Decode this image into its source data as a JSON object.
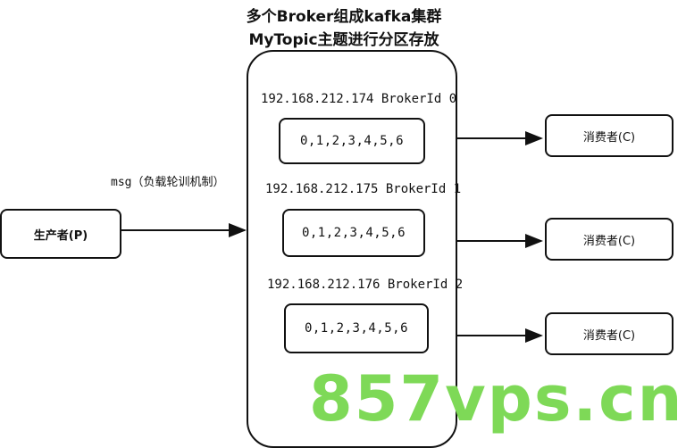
{
  "diagram": {
    "title_line1": "多个Broker组成kafka集群",
    "title_line2": "MyTopic主题进行分区存放",
    "producer_label": "生产者(P)",
    "message_label": "msg（负载轮训机制）",
    "brokers": [
      {
        "label": "192.168.212.174 BrokerId 0",
        "partitions": "0,1,2,3,4,5,6"
      },
      {
        "label": "192.168.212.175 BrokerId 1",
        "partitions": "0,1,2,3,4,5,6"
      },
      {
        "label": "192.168.212.176 BrokerId 2",
        "partitions": "0,1,2,3,4,5,6"
      }
    ],
    "consumers": [
      "消费者(C)",
      "消费者(C)",
      "消费者(C)"
    ],
    "watermark": "857vps.cn"
  },
  "colors": {
    "stroke": "#111111",
    "watermark": "#7ed957"
  }
}
